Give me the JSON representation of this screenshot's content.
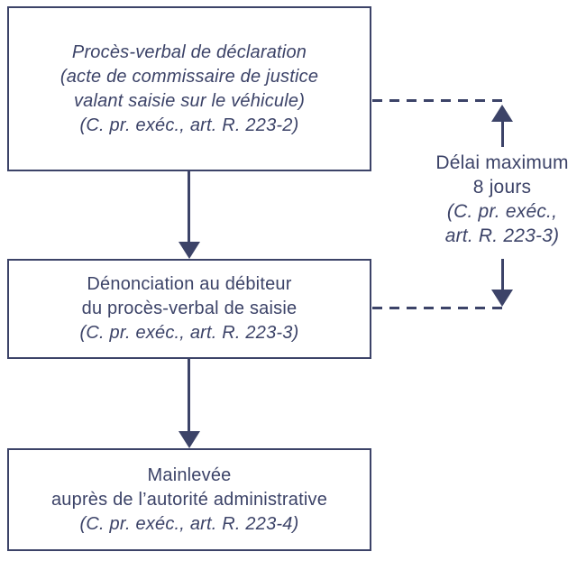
{
  "colors": {
    "ink": "#3c4368",
    "background": "#ffffff"
  },
  "flowchart": {
    "boxes": [
      {
        "name": "proces-verbal-de-declaration",
        "lines": [
          {
            "text": "Procès-verbal de déclaration",
            "italic": true
          },
          {
            "text": "(acte de commissaire de justice",
            "italic": true
          },
          {
            "text": "valant saisie sur le véhicule)",
            "italic": true
          },
          {
            "text": "(C. pr. exéc., art. R. 223-2)",
            "italic": true
          }
        ]
      },
      {
        "name": "denonciation-au-debiteur",
        "lines": [
          {
            "text": "Dénonciation au débiteur",
            "italic": false
          },
          {
            "text": "du procès-verbal de saisie",
            "italic": false
          },
          {
            "text": "(C. pr. exéc., art. R. 223-3)",
            "italic": true
          }
        ]
      },
      {
        "name": "mainlevee",
        "lines": [
          {
            "text": "Mainlevée",
            "italic": false
          },
          {
            "text": "auprès de l’autorité administrative",
            "italic": false
          },
          {
            "text": "(C. pr. exéc., art. R. 223-4)",
            "italic": true
          }
        ]
      }
    ],
    "side_label": {
      "lines": [
        {
          "text": "Délai maximum",
          "italic": false
        },
        {
          "text": "8 jours",
          "italic": false
        },
        {
          "text": "(C. pr. exéc.,",
          "italic": true
        },
        {
          "text": "art. R. 223-3)",
          "italic": true
        }
      ]
    },
    "connectors": [
      {
        "name": "arrow-box1-to-box2",
        "type": "solid-arrow-down"
      },
      {
        "name": "arrow-box2-to-box3",
        "type": "solid-arrow-down"
      },
      {
        "name": "dashed-link-box1-to-delay",
        "type": "dashed-line"
      },
      {
        "name": "dashed-link-box2-to-delay",
        "type": "dashed-line"
      },
      {
        "name": "delay-span",
        "type": "double-vertical-arrow"
      }
    ]
  }
}
